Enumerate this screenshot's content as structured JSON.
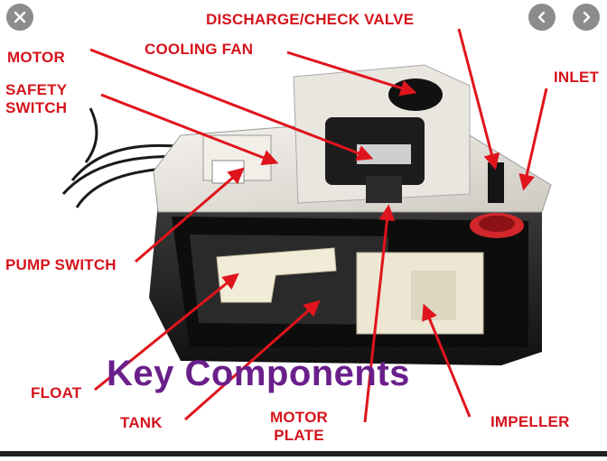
{
  "labels": {
    "discharge_valve": "DISCHARGE/CHECK VALVE",
    "motor": "MOTOR",
    "cooling_fan": "COOLING FAN",
    "safety_switch_line1": "SAFETY",
    "safety_switch_line2": "SWITCH",
    "inlet": "INLET",
    "pump_switch": "PUMP SWITCH",
    "float": "FLOAT",
    "tank": "TANK",
    "motor_plate_line1": "MOTOR",
    "motor_plate_line2": "PLATE",
    "impeller": "IMPELLER"
  },
  "title": "Key Components",
  "colors": {
    "label": "#d4141c",
    "title": "#6a1f8a",
    "arrow": "#e0141c"
  },
  "icons": {
    "close": "close-icon",
    "prev": "chevron-left-icon",
    "next": "chevron-right-icon"
  }
}
